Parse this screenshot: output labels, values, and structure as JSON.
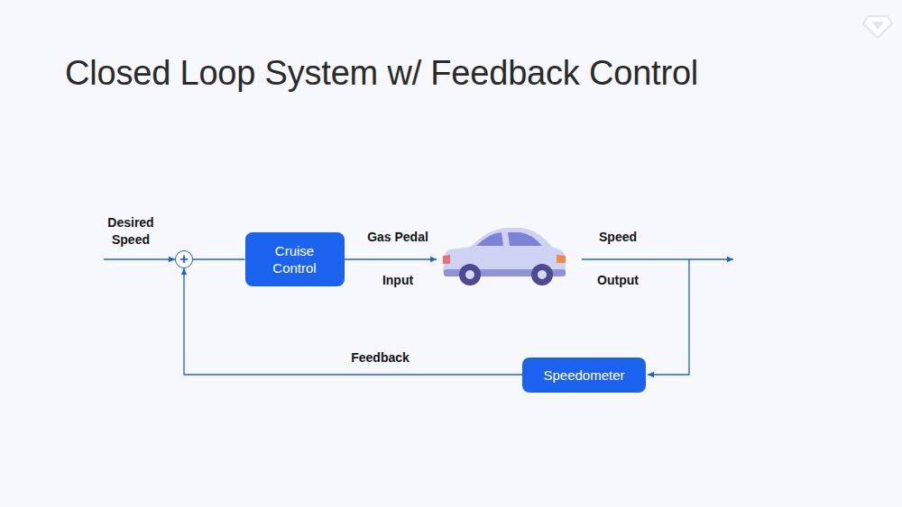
{
  "diagram": {
    "title": "Closed Loop System w/ Feedback Control",
    "nodes": [
      {
        "text": [
          "+"
        ]
      },
      {
        "text": [
          "Cruise Control"
        ]
      },
      {
        "text": [
          "Speedometer"
        ]
      }
    ],
    "edges": [
      {
        "from": 0,
        "to": 1,
        "arrow": "none"
      },
      {
        "from": 2,
        "to": 0,
        "label": "Feedback",
        "arrow": "to"
      }
    ],
    "labels": [
      "Desired Speed",
      "Gas Pedal",
      "Input",
      "Speed",
      "Output"
    ]
  }
}
